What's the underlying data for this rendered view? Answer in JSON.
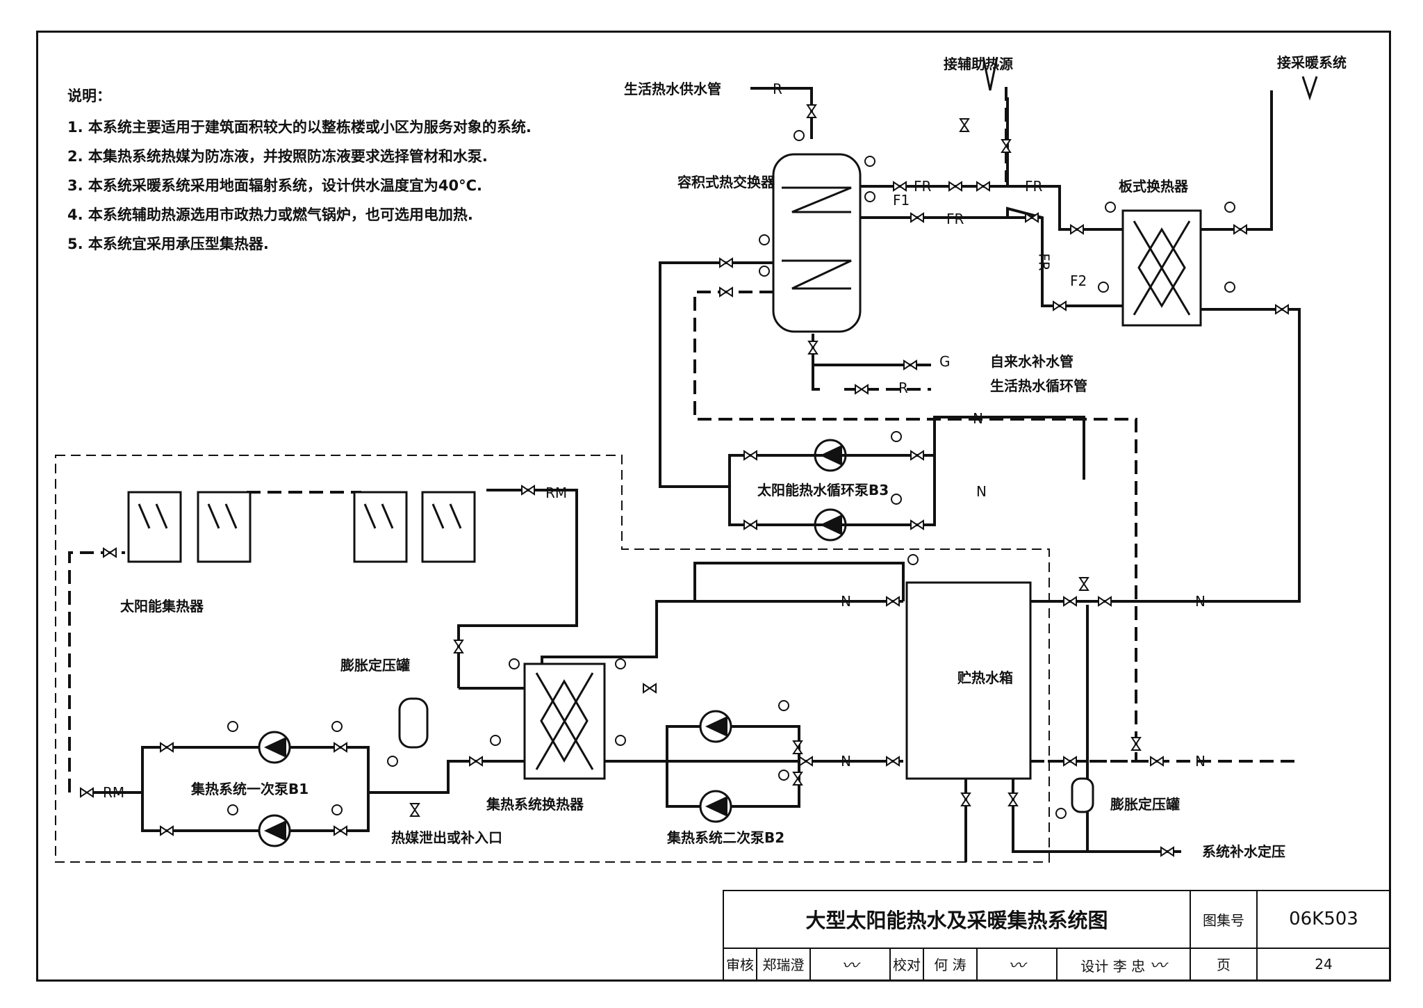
{
  "notes": {
    "title": "说明：",
    "items": [
      "1. 本系统主要适用于建筑面积较大的以整栋楼或小区为服务对象的系统.",
      "2. 本集热系统热媒为防冻液，并按照防冻液要求选择管材和水泵.",
      "3. 本系统采暖系统采用地面辐射系统，设计供水温度宜为40°C.",
      "4. 本系统辅助热源选用市政热力或燃气锅炉，也可选用电加热.",
      "5. 本系统宜采用承压型集热器."
    ]
  },
  "labels": {
    "dhw_supply": "生活热水供水管",
    "aux_heat": "接辅助热源",
    "heating_sys": "接采暖系统",
    "vol_hx": "容积式热交换器",
    "plate_hx": "板式换热器",
    "tap_makeup": "自来水补水管",
    "dhw_circ": "生活热水循环管",
    "solar_pump": "太阳能热水循环泵B3",
    "collector": "太阳能集热器",
    "exp_tank1": "膨胀定压罐",
    "storage": "贮热水箱",
    "primary_pump": "集热系统一次泵B1",
    "drain": "热媒泄出或补入口",
    "sys_hx": "集热系统换热器",
    "secondary_pump": "集热系统二次泵B2",
    "exp_tank2": "膨胀定压罐",
    "makeup_press": "系统补水定压"
  },
  "codes": {
    "R": "R",
    "FR": "FR",
    "F1": "F1",
    "F2": "F2",
    "G": "G",
    "N": "N",
    "RM": "RM"
  },
  "title_block": {
    "title": "大型太阳能热水及采暖集热系统图",
    "atlas_label": "图集号",
    "atlas_no": "06K503",
    "review_label": "审核",
    "reviewer": "郑瑞澄",
    "check_label": "校对",
    "checker": "何 涛",
    "design_label": "设计",
    "designer": "李 忠",
    "page_label": "页",
    "page_no": "24"
  }
}
